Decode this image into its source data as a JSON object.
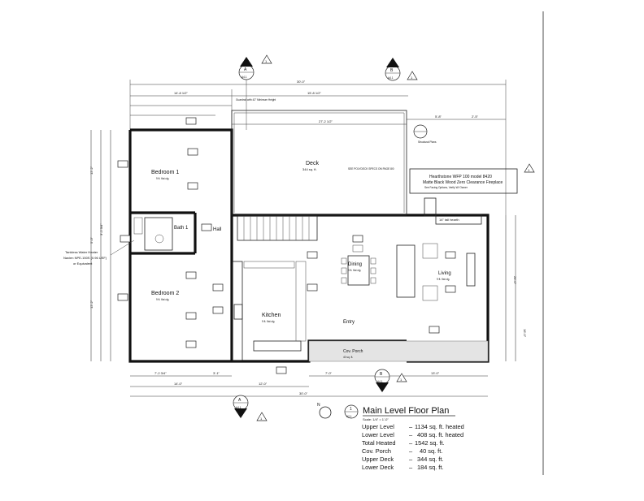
{
  "plan": {
    "title": "Main Level Floor Plan",
    "scale": "Scale: 1/4\" = 1'-0\"",
    "view_number": "1",
    "sheet_ref": "A2.1"
  },
  "rooms": {
    "bedroom1": {
      "name": "Bedroom 1",
      "note": "9 ft. flat clg."
    },
    "bedroom2": {
      "name": "Bedroom 2",
      "note": "9 ft. flat clg."
    },
    "bath": "Bath 1",
    "hall": "Hall",
    "deck": {
      "name": "Deck",
      "area": "344 sq. ft."
    },
    "kitchen": {
      "name": "Kitchen",
      "note": "9 ft. flat clg."
    },
    "dining": {
      "name": "Dining",
      "note": "9 ft. flat clg."
    },
    "living": {
      "name": "Living",
      "note": "9 ft. flat clg."
    },
    "entry": "Entry",
    "porch": {
      "name": "Cov. Porch",
      "area": "40 sq. ft."
    }
  },
  "dimensions": {
    "overall_top": "30'-0\"",
    "overall_bottom": "30'-0\"",
    "top_left": "14'-8 1/2\"",
    "top_mid": "15'-8 1/2\"",
    "deck_width": "27'-2 1/2\"",
    "top_right_a": "5'-8\"",
    "top_right_b": "2'-5\"",
    "bottom_a": "7'-2 3/4\"",
    "bottom_b": "3'-1\"",
    "bottom_c": "14'-0\"",
    "bottom_d": "12'-0\"",
    "bottom_e": "7'-0\"",
    "bottom_f": "13'-0\"",
    "left_a": "12'-2\"",
    "left_b": "3'-2 3/4\"",
    "left_c": "5'-0\"",
    "left_d": "12'-2\"",
    "right_a": "24'-0\"",
    "right_b": "16'-0\""
  },
  "notes": {
    "hearth_line1": "Hearthstone WFP 100 model 8420",
    "hearth_line2": "Matte Black Wood Zero Clearance Fireplace",
    "hearth_small": "See Facing Options, Verify W/ Owner",
    "hearth_tag": "14\" tall hearth",
    "guardrail": "Guardrail with 42\" Minimum Height",
    "deck_note": "SEE POLYDECK SPECS ON PAGE 8/0",
    "water_heater": "Tankless Water Heater",
    "water_heater2": "Navien NPE-150S (0.96 UEF)",
    "water_heater3": "or Equivalent",
    "structural": "Structural Plans"
  },
  "section_markers": [
    {
      "letter": "A",
      "sheet": "A4.1"
    },
    {
      "letter": "B",
      "sheet": "A4.1"
    },
    {
      "letter": "B",
      "sheet": "A4.1"
    },
    {
      "letter": "A",
      "sheet": "A4.1"
    }
  ],
  "revision_symbol": "1",
  "schedule": [
    {
      "label": "Upper Level",
      "value": "1134 sq. ft. heated"
    },
    {
      "label": "Lower Level",
      "value": "408 sq. ft. heated"
    },
    {
      "label": "Total Heated",
      "value": "1542 sq. ft."
    },
    {
      "label": "Cov. Porch",
      "value": "40 sq. ft."
    },
    {
      "label": "Upper Deck",
      "value": "344 sq. ft."
    },
    {
      "label": "Lower Deck",
      "value": "184 sq. ft."
    }
  ],
  "north_label": "N"
}
